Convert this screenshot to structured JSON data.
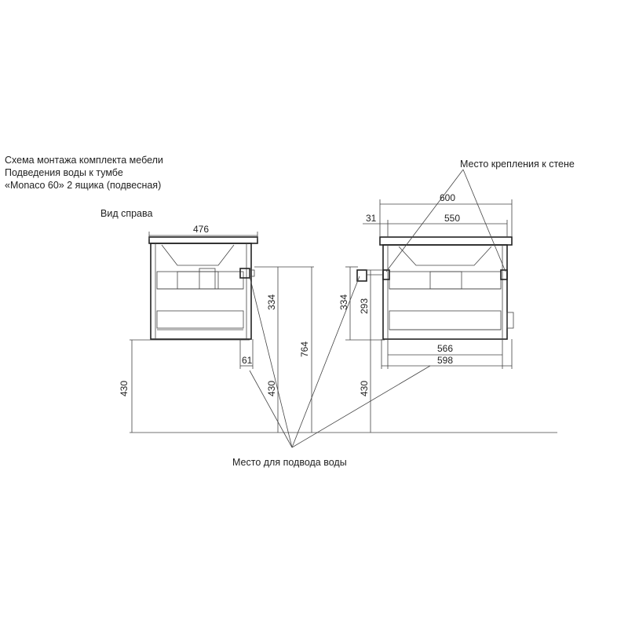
{
  "title": {
    "line1": "Схема монтажа комплекта мебели",
    "line2": "Подведения воды к тумбе",
    "line3": "«Monaco 60» 2 ящика (подвесная)"
  },
  "side_view_label": "Вид справа",
  "wall_mount_label": "Место крепления к стене",
  "water_supply_label": "Место для подвода воды",
  "dimensions": {
    "side_width": "476",
    "side_offset": "61",
    "left_height": "430",
    "water_height_a": "430",
    "water_height_b": "430",
    "body_height_a": "334",
    "body_height_b": "334",
    "total_height": "764",
    "front_width_top": "600",
    "front_width_inner": "550",
    "front_offset": "31",
    "front_height": "293",
    "front_width_bottom_inner": "566",
    "front_width_bottom": "598"
  }
}
